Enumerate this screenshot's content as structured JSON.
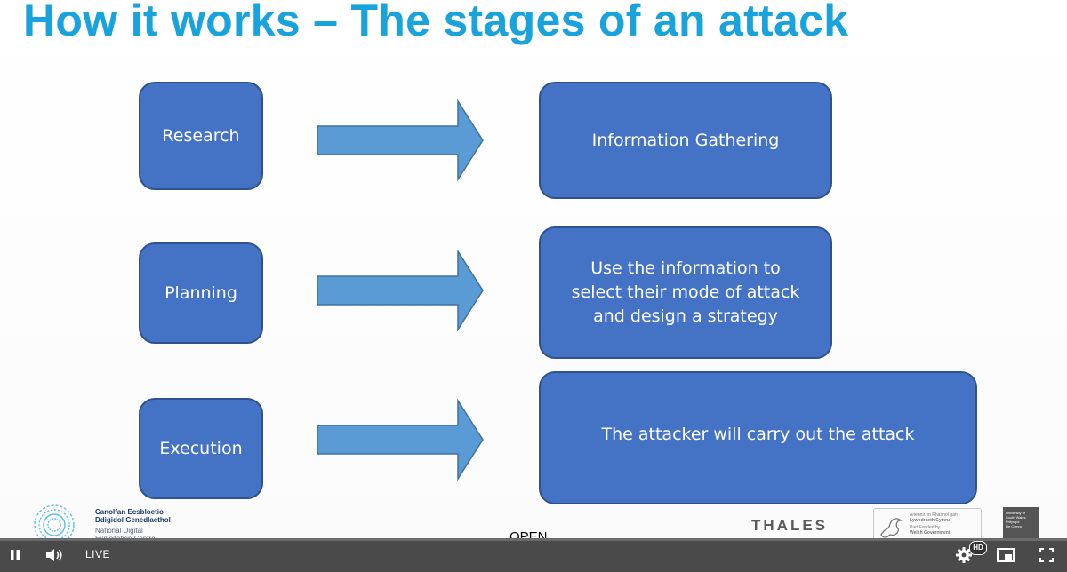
{
  "slide": {
    "title": "How it works – The stages of an attack",
    "stages": [
      {
        "name": "Research",
        "description": "Information Gathering"
      },
      {
        "name": "Planning",
        "description": "Use the information to select their mode of attack and design a strategy"
      },
      {
        "name": "Execution",
        "description": "The attacker will carry out the attack"
      }
    ],
    "colors": {
      "title": "#19a3dd",
      "box_fill": "#4472c4",
      "box_border": "#2f528f",
      "arrow_fill": "#5b9bd5",
      "arrow_border": "#41719c"
    }
  },
  "footer": {
    "ndec_welsh_line1": "Canolfan Ecsbloetio",
    "ndec_welsh_line2": "Ddigidol Genedlaethol",
    "ndec_english_line1": "National Digital",
    "ndec_english_line2": "Exploitation Centre",
    "thales": "THALES",
    "welsh_gov_line1": "Ariennir yn Rhannol gan",
    "welsh_gov_line2": "Lywodraeth Cymru",
    "welsh_gov_line3": "Part Funded by",
    "welsh_gov_line4": "Welsh Government",
    "usw_line1": "University of",
    "usw_line2": "South Wales",
    "usw_line3": "Prifysgol",
    "usw_line4": "De Cymru"
  },
  "overlay": {
    "open_label": "OPEN"
  },
  "player": {
    "live_label": "LIVE",
    "hd_badge": "HD",
    "icons": [
      "pause-icon",
      "volume-icon",
      "settings-icon",
      "picture-in-picture-icon",
      "fullscreen-icon"
    ]
  }
}
